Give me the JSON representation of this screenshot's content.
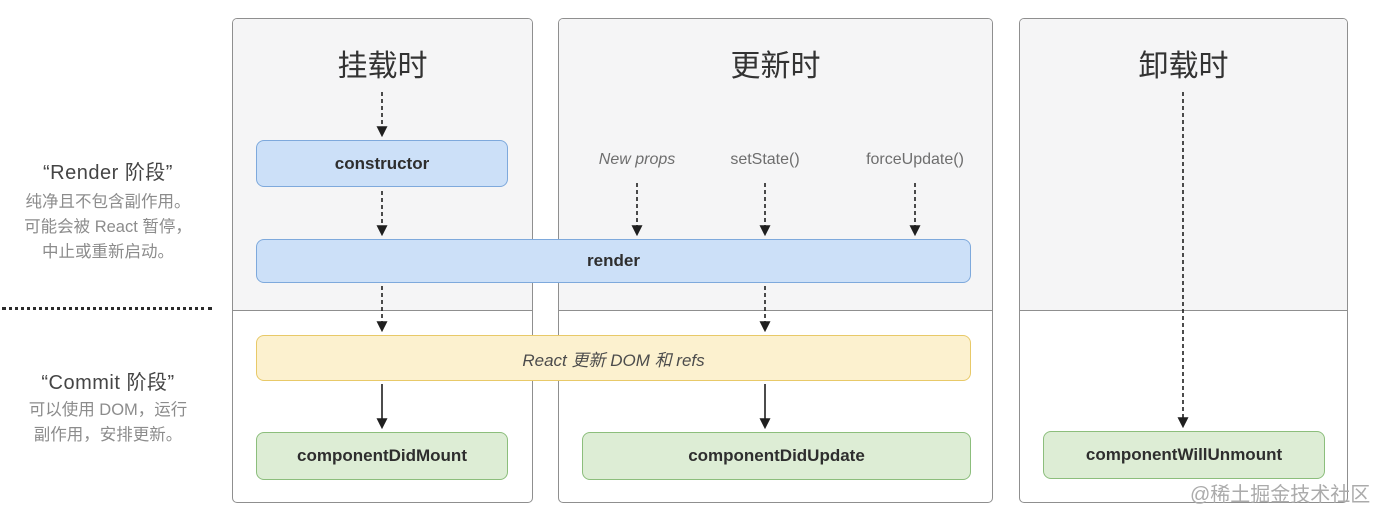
{
  "sidebar": {
    "render_phase": {
      "title": "“Render 阶段”",
      "lines": [
        "纯净且不包含副作用。",
        "可能会被 React 暂停，",
        "中止或重新启动。"
      ]
    },
    "commit_phase": {
      "title": "“Commit 阶段”",
      "lines": [
        "可以使用 DOM，运行",
        "副作用，安排更新。"
      ]
    }
  },
  "columns": {
    "mounting": {
      "title": "挂载时"
    },
    "updating": {
      "title": "更新时",
      "triggers": [
        "New props",
        "setState()",
        "forceUpdate()"
      ]
    },
    "unmounting": {
      "title": "卸载时"
    }
  },
  "boxes": {
    "constructor": "constructor",
    "render": "render",
    "react_updates": "React 更新 DOM 和 refs",
    "component_did_mount": "componentDidMount",
    "component_did_update": "componentDidUpdate",
    "component_will_unmount": "componentWillUnmount"
  },
  "watermark": "@稀土掘金技术社区",
  "colors": {
    "render_phase_box": "#cce0f8",
    "render_phase_border": "#7ea9dc",
    "dom_update_box": "#fcf1cf",
    "dom_update_border": "#e8c968",
    "commit_phase_box": "#ddedd5",
    "commit_phase_border": "#8cbe7c",
    "column_header_bg": "#f5f5f6"
  }
}
